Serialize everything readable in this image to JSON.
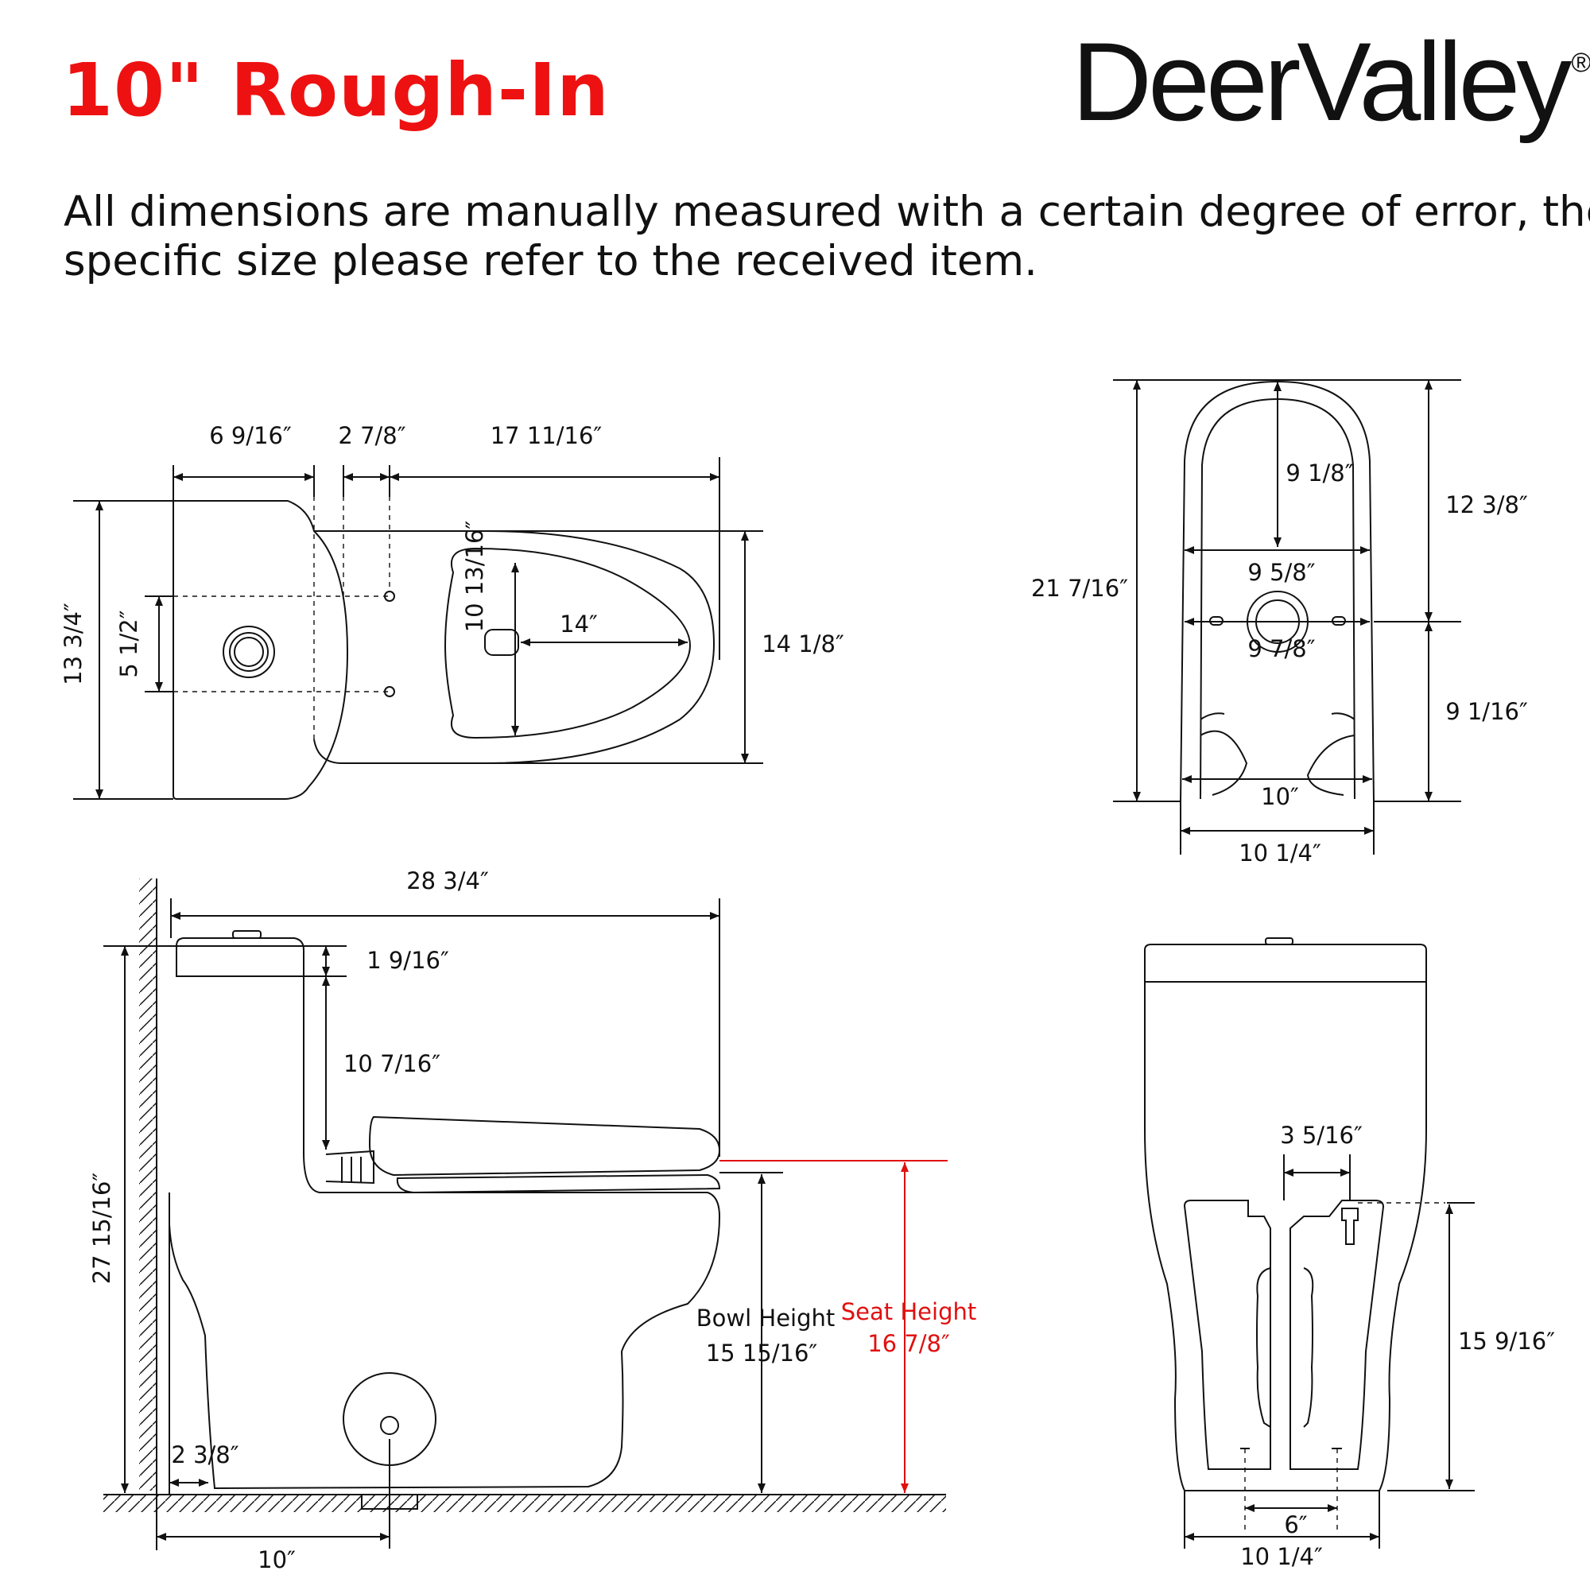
{
  "header": {
    "title": "10\" Rough-In",
    "brand": "DeerValley",
    "brand_mark": "®",
    "note_line1": "All dimensions are manually measured with a certain degree of error, the",
    "note_line2": "specific size please refer to the received item."
  },
  "colors": {
    "title": "#ee1111",
    "seat_height": "#e01010",
    "line": "#111111"
  },
  "top_view": {
    "tank_depth": "6 9/16″",
    "gap": "2 7/8″",
    "bowl_length": "17 11/16″",
    "total_depth": "13 3/4″",
    "bolt_spacing": "5 1/2″",
    "opening_width": "10 13/16″",
    "opening_length": "14″",
    "bowl_width": "14 1/8″"
  },
  "back_view": {
    "total_height": "21 7/16″",
    "upper_height": "12 3/8″",
    "lower_height": "9 1/16″",
    "inner_height": "9 1/8″",
    "inner_width": "9 5/8″",
    "bolt_width": "9 7/8″",
    "base_inner": "10″",
    "base_outer": "10 1/4″"
  },
  "side_view": {
    "overall_length": "28 3/4″",
    "lid_height": "1 9/16″",
    "tank_height": "10 7/16″",
    "total_height": "27 15/16″",
    "bowl_height_label": "Bowl Height",
    "bowl_height_value": "15 15/16″",
    "seat_height_label": "Seat Height",
    "seat_height_value": "16 7/8″",
    "wall_gap": "2 3/8″",
    "rough_in": "10″"
  },
  "front_view": {
    "offset": "3 5/16″",
    "base_height": "15 9/16″",
    "bolt_spacing": "6″",
    "base_width": "10 1/4″"
  }
}
